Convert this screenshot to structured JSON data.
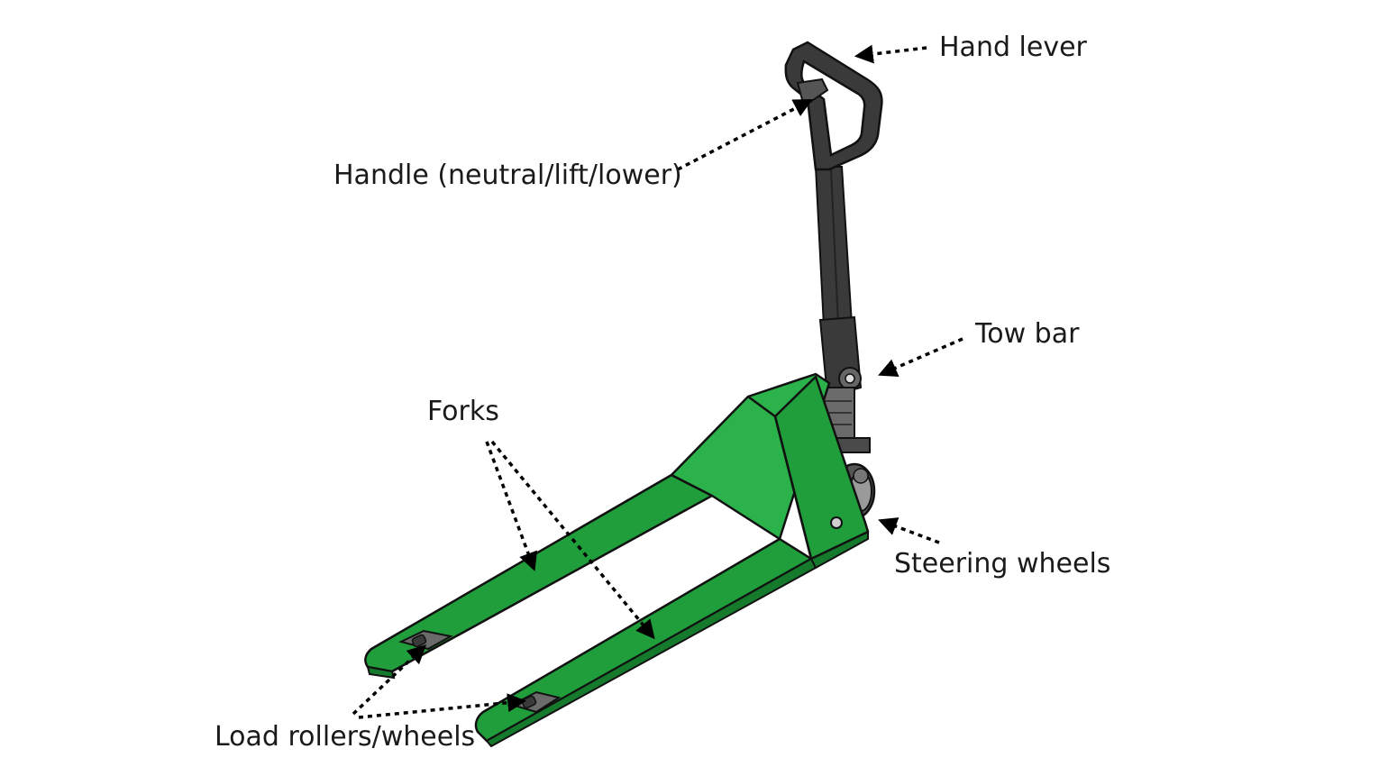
{
  "colors": {
    "fork_green": "#1f9e3b",
    "fork_green_dark": "#167a2c",
    "fork_green_light": "#2bb24a",
    "handle_dark": "#3a3a3a",
    "mechanism_gray": "#6b6b6b",
    "outline": "#111111",
    "leader_line": "#000000"
  },
  "labels": {
    "hand_lever": "Hand lever",
    "handle": "Handle (neutral/lift/lower)",
    "tow_bar": "Tow bar",
    "forks": "Forks",
    "steering_wheels": "Steering wheels",
    "load_rollers": "Load rollers/wheels"
  }
}
